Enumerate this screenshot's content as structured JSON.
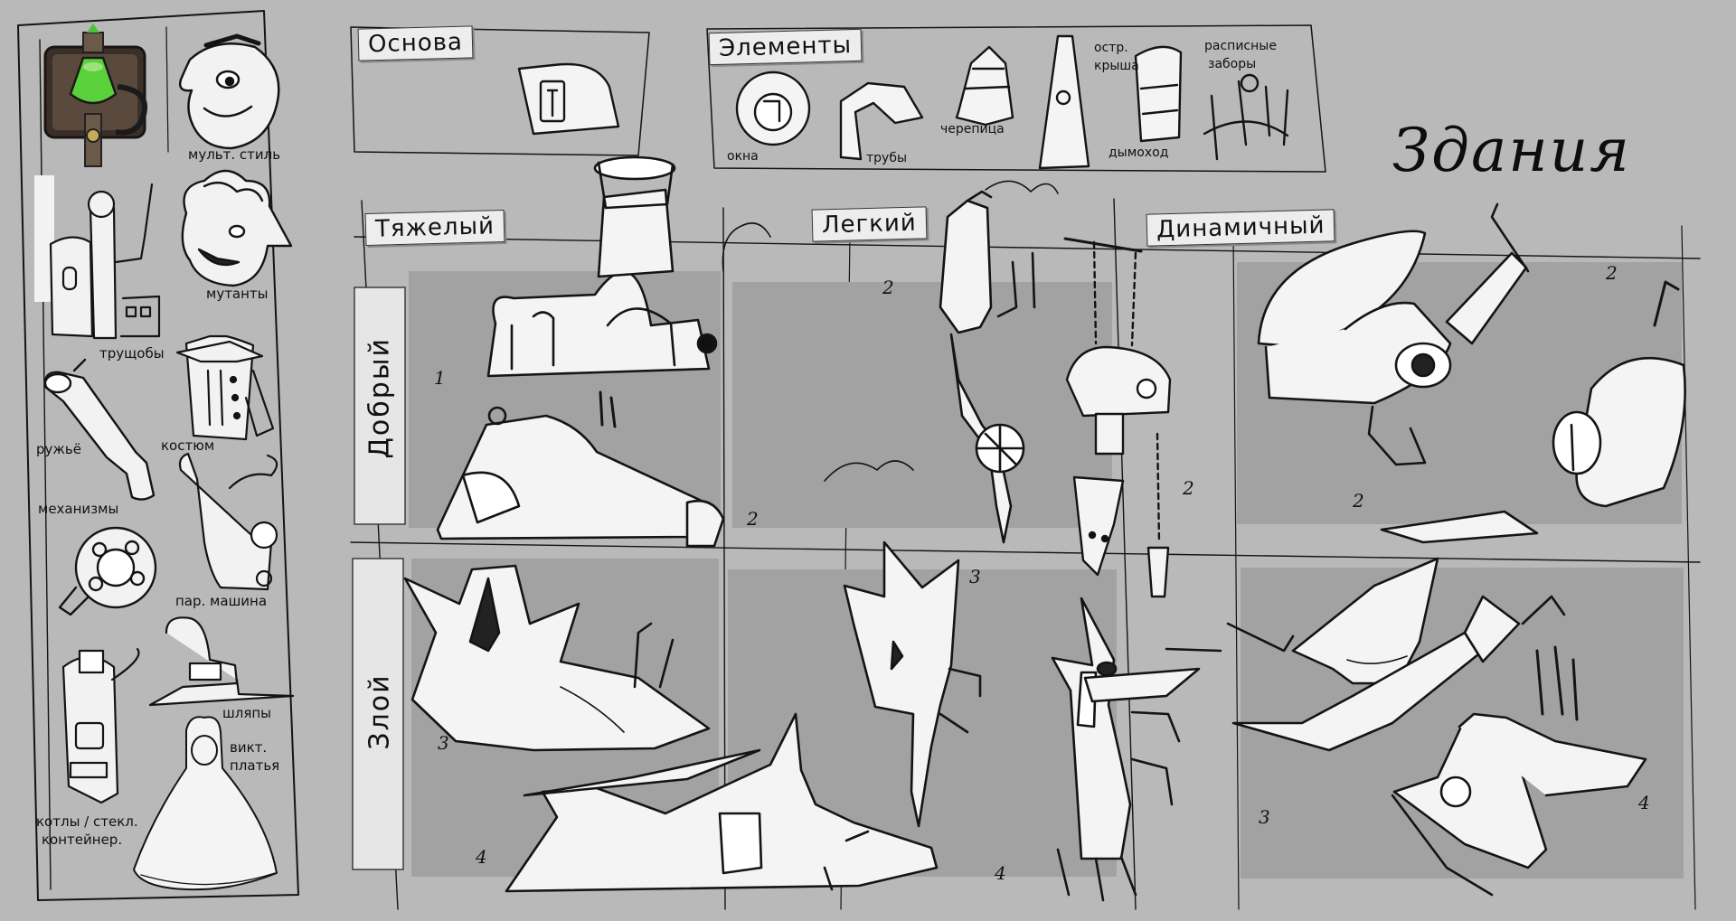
{
  "title": "Здания",
  "left_panel": {
    "labels": {
      "cartoon_style": "мульт. стиль",
      "mutants": "мутанты",
      "slums": "трущобы",
      "costume": "костюм",
      "gun": "ружьё",
      "mechanisms": "механизмы",
      "steam_machine": "пар. машина",
      "hats": "шляпы",
      "victorian_dresses_1": "викт.",
      "victorian_dresses_2": "платья",
      "boilers_1": "котлы / стекл.",
      "boilers_2": "контейнер."
    }
  },
  "sections": {
    "base": "Основа",
    "elements": "Элементы",
    "heavy": "Тяжелый",
    "light": "Легкий",
    "dynamic": "Динамичный",
    "good": "Добрый",
    "evil": "Злой"
  },
  "element_labels": {
    "windows": "окна",
    "pipes": "трубы",
    "tiles": "черепица",
    "sharp_roof_1": "остр.",
    "sharp_roof_2": "крыша",
    "chimney": "дымоход",
    "painted_fences_1": "расписные",
    "painted_fences_2": "заборы"
  },
  "numbers": {
    "heavy_good_1": "1",
    "heavy_good_2": "2",
    "light_good_2a": "2",
    "light_good_2b": "2",
    "dyn_good_2a": "2",
    "dyn_good_2b": "2",
    "heavy_evil_3": "3",
    "heavy_evil_4": "4",
    "light_evil_3": "3",
    "light_evil_4": "4",
    "dyn_evil_3": "3",
    "dyn_evil_4": "4"
  },
  "colors": {
    "background": "#b9b9b9",
    "cell": "#a2a2a2",
    "ink": "#141414",
    "paper": "#f2f2f2",
    "liquid_green": "#5ad13a",
    "icon_frame": "#3b3029"
  }
}
